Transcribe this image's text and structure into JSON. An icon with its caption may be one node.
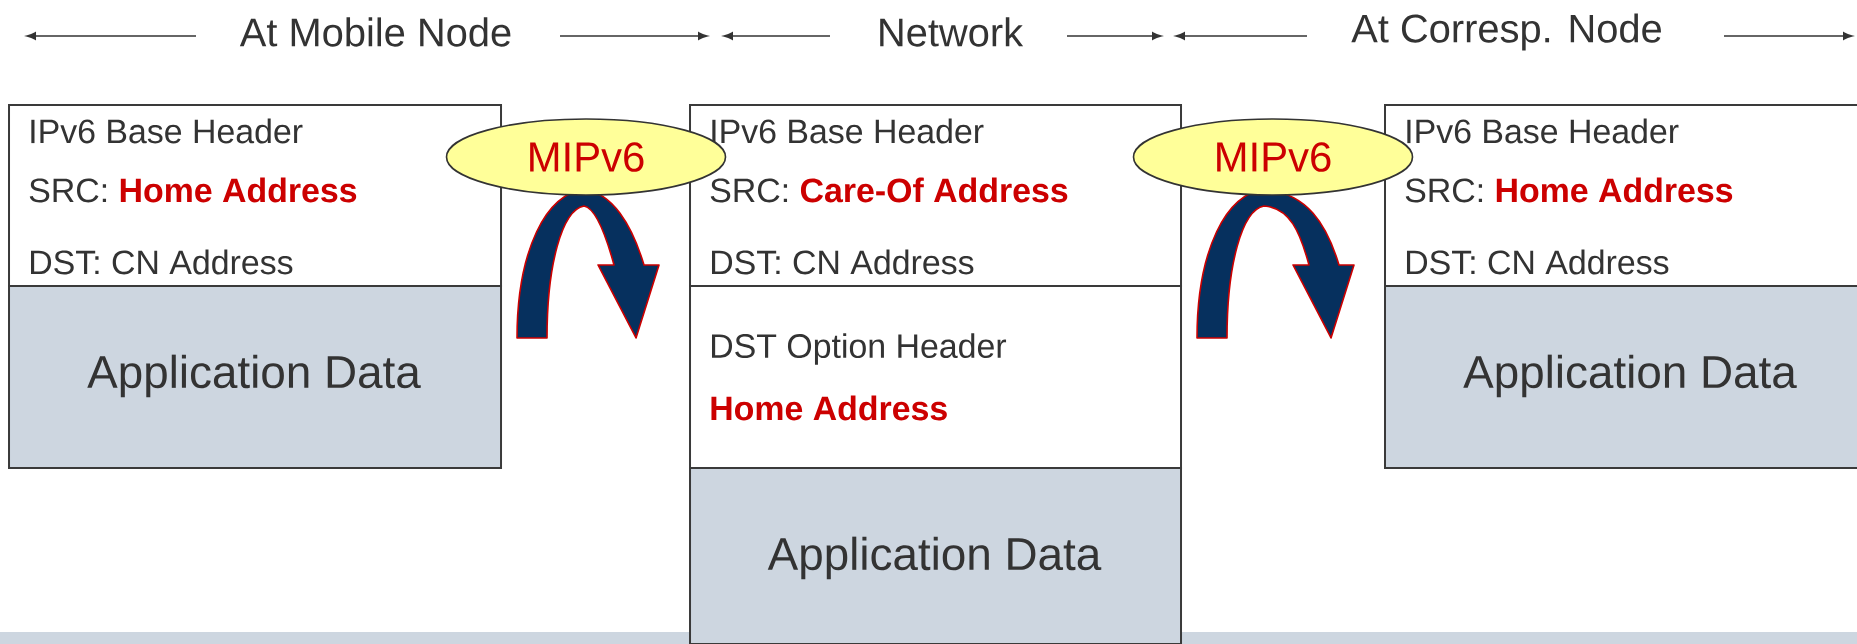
{
  "diagram": {
    "nodes": [
      {
        "text": [
          "IPv6 Base Header",
          "SRC:",
          "Home Address",
          "DST: CN Address"
        ]
      },
      {
        "text": [
          "Application Data"
        ]
      },
      {
        "text": [
          "IPv6 Base Header",
          "SRC:",
          "Care-Of Address",
          "DST: CN Address"
        ]
      },
      {
        "text": [
          "DST Option Header",
          "Home Address"
        ]
      },
      {
        "text": [
          "Application Data"
        ]
      },
      {
        "text": [
          "IPv6 Base Header",
          "SRC:",
          "Home Address",
          "DST: CN Address"
        ]
      },
      {
        "text": [
          "Application Data"
        ]
      },
      {
        "text": [
          "MIPv6"
        ]
      },
      {
        "text": [
          "MIPv6"
        ]
      }
    ],
    "edges": [
      {
        "from": 0,
        "to": 2,
        "arrow": "to"
      },
      {
        "from": 2,
        "to": 5,
        "arrow": "to"
      }
    ],
    "labels": [
      "At Mobile Node",
      "Network",
      "At Corresp. Node"
    ]
  }
}
